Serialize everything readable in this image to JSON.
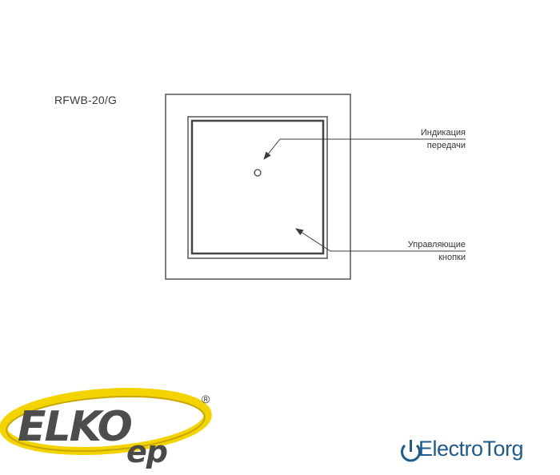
{
  "model_label": "RFWB-20/G",
  "callouts": {
    "indicator": [
      "Индикация",
      "передачи"
    ],
    "buttons": [
      "Управляющие",
      "кнопки"
    ]
  },
  "logos": {
    "elko": {
      "main": "ELKO",
      "sub": "ep",
      "registered": "®",
      "colors": {
        "ring": "#f3d400",
        "ring_dark": "#c9a800",
        "letters": "#4d4d4d"
      }
    },
    "electrotorg": {
      "text_a": "Electro",
      "text_b": "Torg",
      "icon": "power-icon",
      "color": "#1e5b8d"
    }
  },
  "colors": {
    "line": "#3c3c3c",
    "frame": "#555555"
  }
}
